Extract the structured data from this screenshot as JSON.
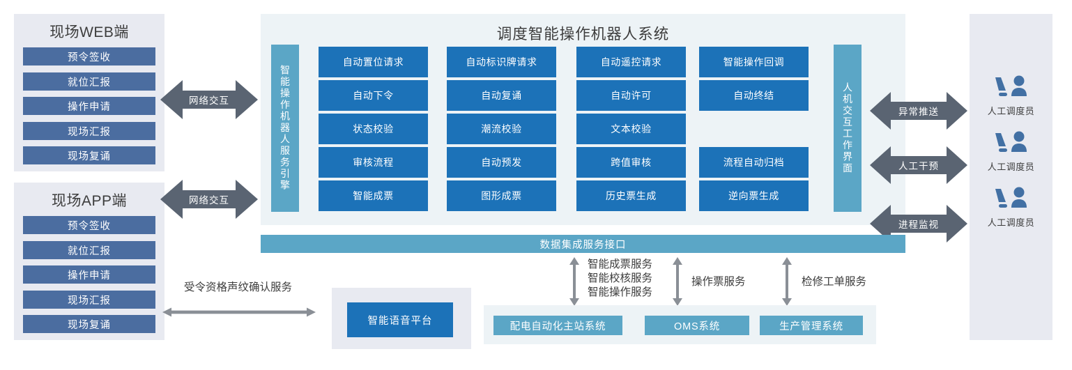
{
  "left_clients": [
    {
      "title": "现场WEB端",
      "buttons": [
        "预令签收",
        "就位汇报",
        "操作申请",
        "现场汇报",
        "现场复诵"
      ]
    },
    {
      "title": "现场APP端",
      "buttons": [
        "预令签收",
        "就位汇报",
        "操作申请",
        "现场汇报",
        "现场复诵"
      ]
    }
  ],
  "network_arrows": [
    {
      "label": "网络交互"
    },
    {
      "label": "网络交互"
    }
  ],
  "main": {
    "title": "调度智能操作机器人系统",
    "left_vbar": "智能操作机器人服务引擎",
    "right_vbar": "人机交互工作界面",
    "grid": [
      [
        "自动置位请求",
        "自动标识牌请求",
        "自动遥控请求",
        "智能操作回调"
      ],
      [
        "自动下令",
        "自动复诵",
        "自动许可",
        "自动终结"
      ],
      [
        "状态校验",
        "潮流校验",
        "文本校验",
        ""
      ],
      [
        "审核流程",
        "自动预发",
        "跨值审核",
        "流程自动归档"
      ],
      [
        "智能成票",
        "图形成票",
        "历史票生成",
        "逆向票生成"
      ]
    ]
  },
  "right_arrows": [
    {
      "label": "异常推送"
    },
    {
      "label": "人工干预"
    },
    {
      "label": "进程监视"
    }
  ],
  "dispatchers": [
    {
      "icon": "operator-console-icon",
      "label": "人工调度员"
    },
    {
      "icon": "operator-console-icon",
      "label": "人工调度员"
    },
    {
      "icon": "operator-console-icon",
      "label": "人工调度员"
    }
  ],
  "data_bus": {
    "label": "数据集成服务接口"
  },
  "service_links": [
    {
      "label": "智能成票服务\n智能校核服务\n智能操作服务"
    },
    {
      "label": "操作票服务"
    },
    {
      "label": "检修工单服务"
    }
  ],
  "voice": {
    "service_label": "受令资格声纹确认服务",
    "platform_label": "智能语音平台"
  },
  "bottom_systems": [
    "配电自动化主站系统",
    "OMS系统",
    "生产管理系统"
  ],
  "colors": {
    "card_blue": "#1c72b8",
    "client_blue": "#4b6da0",
    "accent_teal": "#5ba6c6",
    "panel_gray": "#e8eaf1",
    "panel_lightblue": "#edf3f6",
    "arrow_slate": "#5a6472",
    "thin_arrow": "#8a8f96",
    "text_dark": "#3d3d3d"
  }
}
